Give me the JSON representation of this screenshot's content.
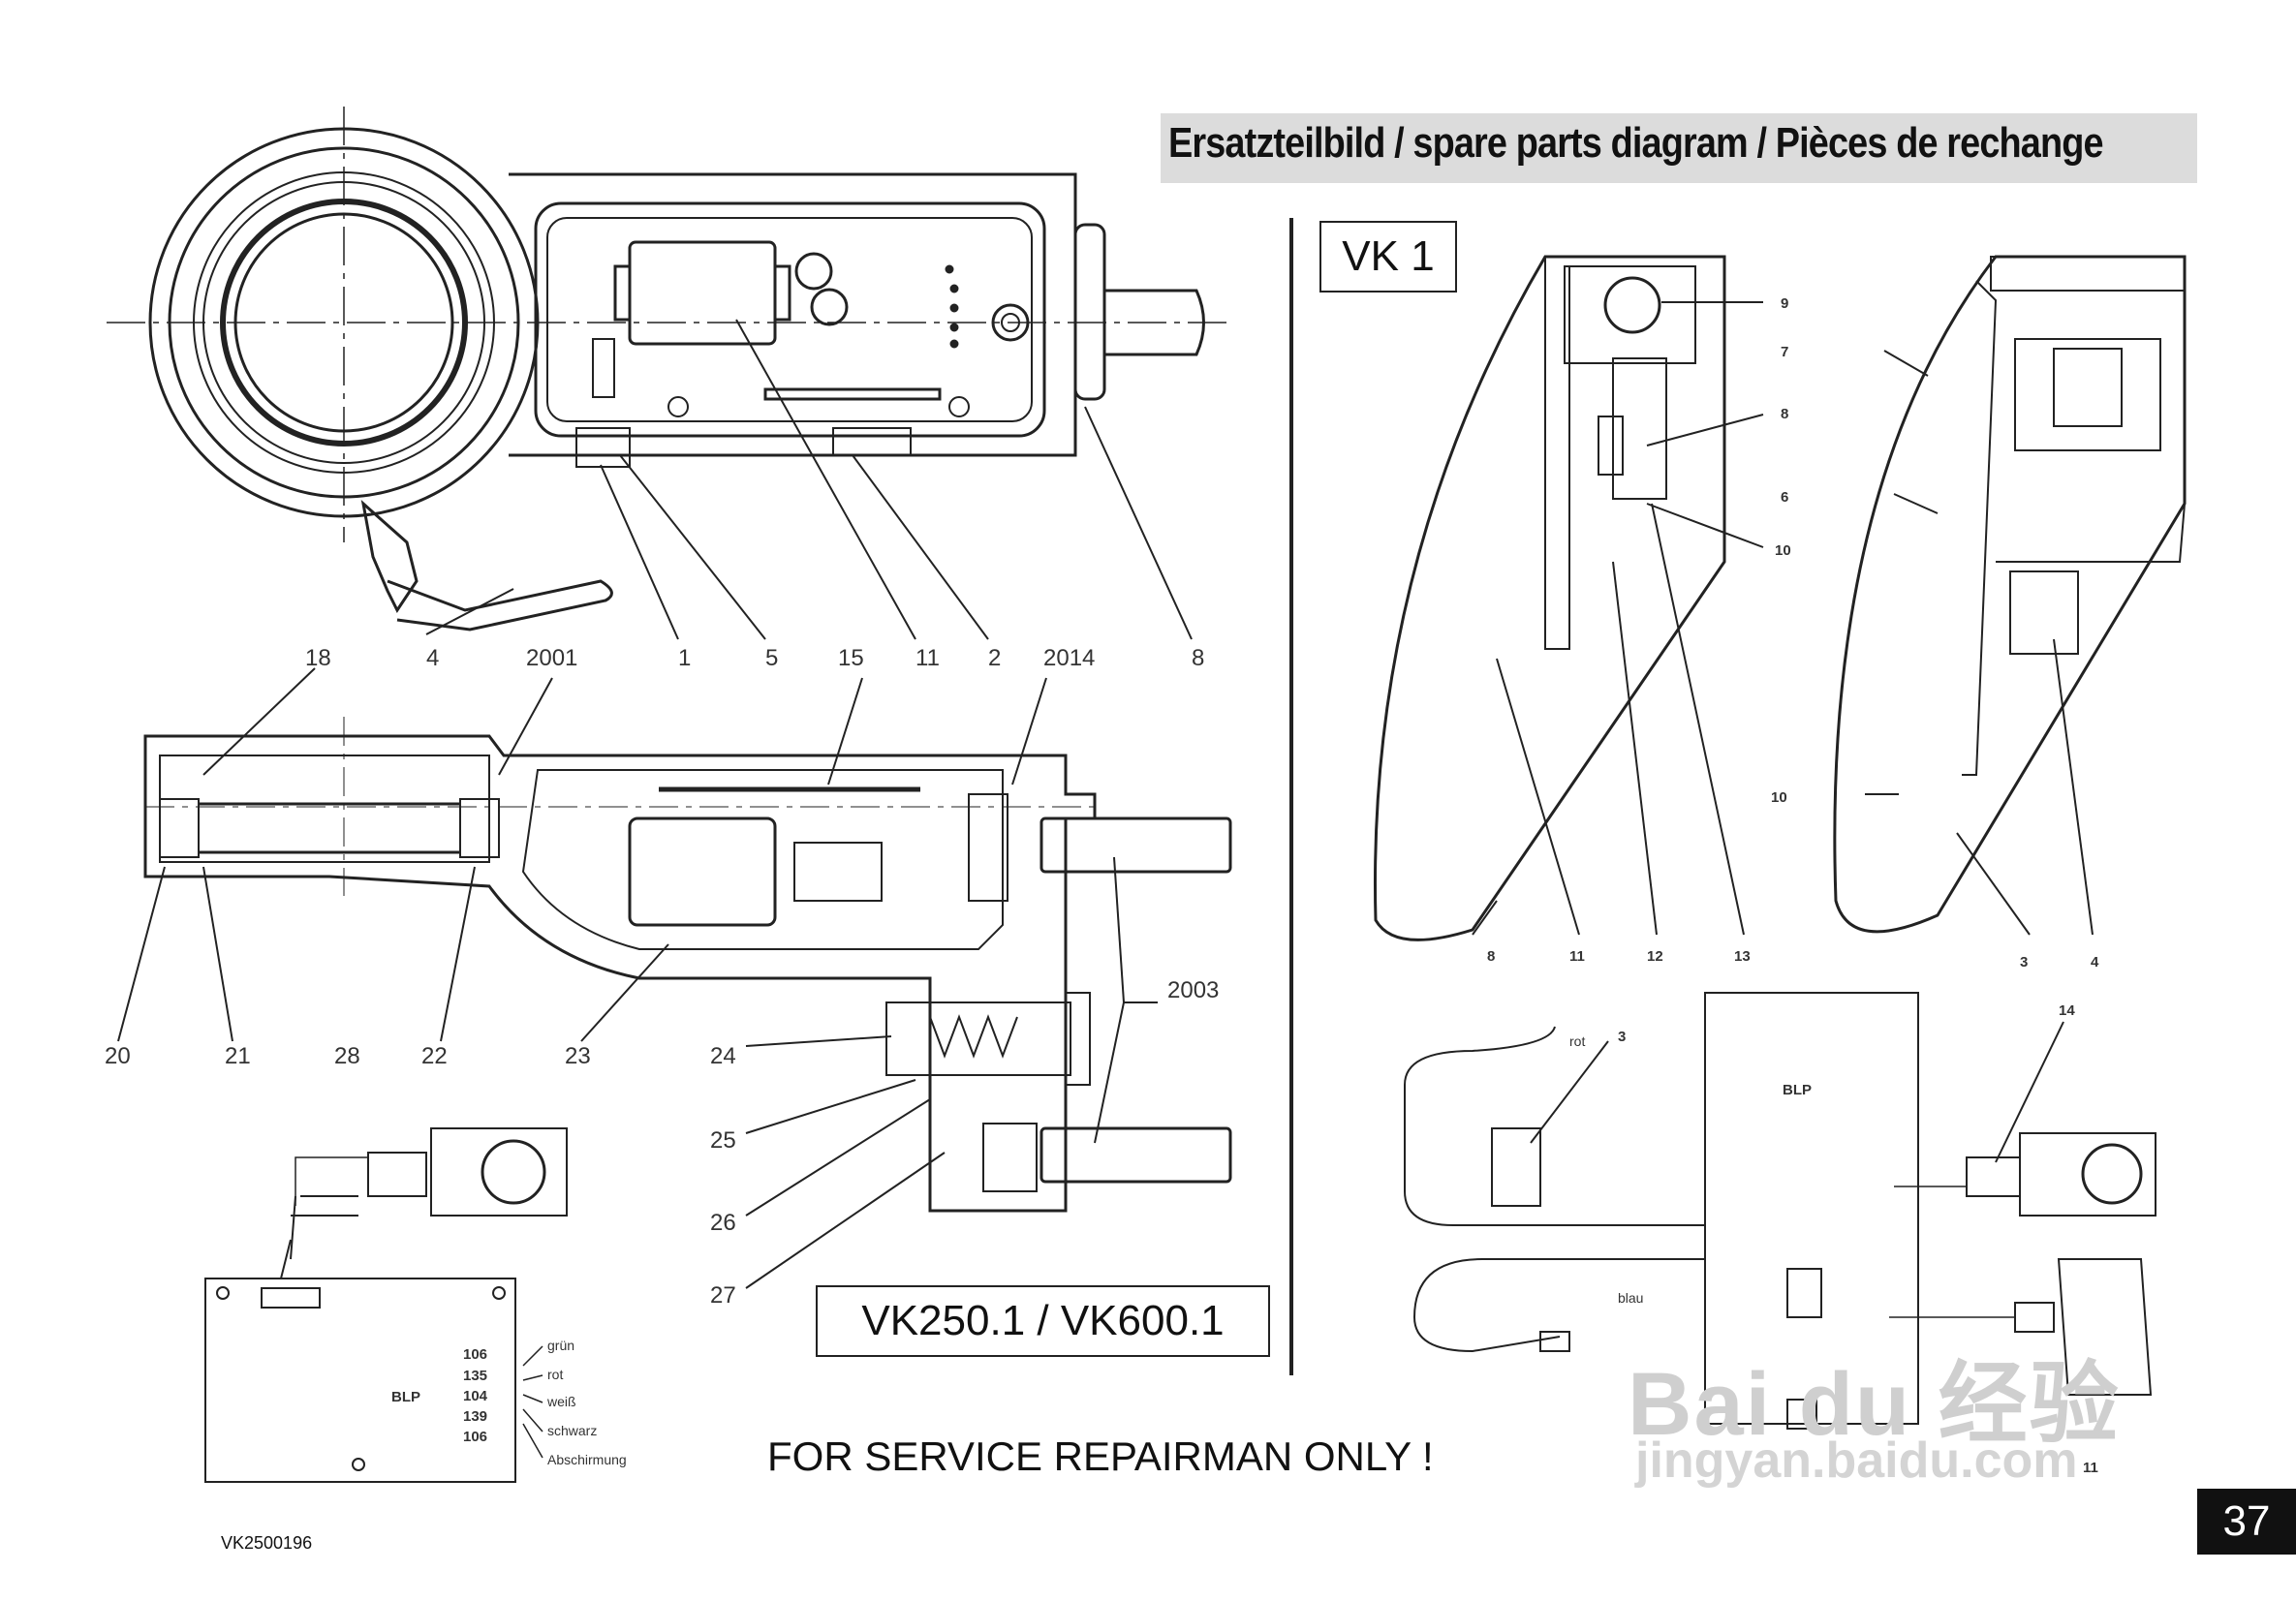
{
  "title": "Ersatzteilbild / spare parts diagram / Pièces de rechange",
  "model_labels": {
    "vk1": "VK 1",
    "vk250": "VK250.1 / VK600.1"
  },
  "service_note": "FOR SERVICE REPAIRMAN ONLY !",
  "doc_number": "VK2500196",
  "page_number": "37",
  "watermark": {
    "line1": "Bai du 经验",
    "line2": "jingyan.baidu.com"
  },
  "callouts_top": [
    "18",
    "4",
    "2001",
    "1",
    "5",
    "15",
    "11",
    "2",
    "2014",
    "8"
  ],
  "callouts_section": [
    "20",
    "21",
    "28",
    "22",
    "23",
    "24",
    "25",
    "26",
    "27",
    "2003"
  ],
  "board_left": {
    "label": "BLP",
    "pins": [
      "106",
      "135",
      "104",
      "139",
      "106"
    ],
    "wires": [
      "grün",
      "rot",
      "weiß",
      "schwarz",
      "Abschirmung"
    ]
  },
  "vk1_callouts": [
    "9",
    "8",
    "10",
    "7",
    "6",
    "10",
    "8",
    "11",
    "12",
    "13",
    "3",
    "4"
  ],
  "vk1_wiring": {
    "board": "BLP",
    "wires": [
      "rot",
      "blau"
    ],
    "callouts": [
      "3",
      "14",
      "11"
    ]
  }
}
